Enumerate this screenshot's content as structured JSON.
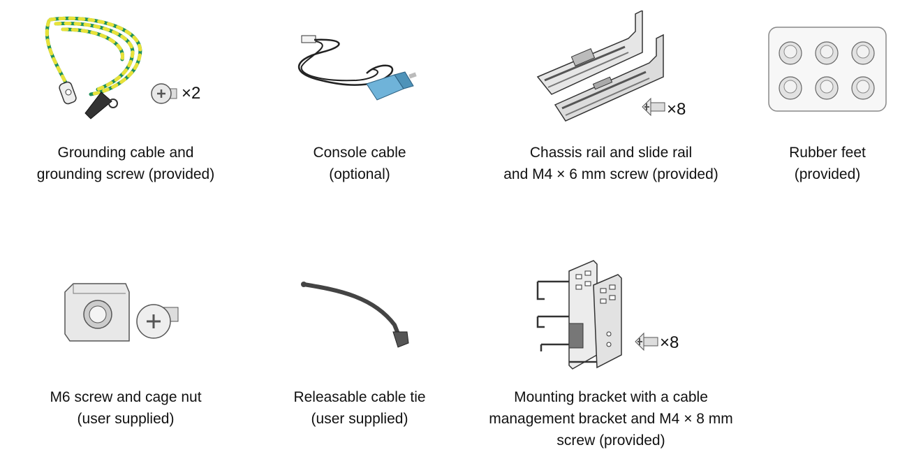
{
  "items": [
    {
      "caption": "Grounding cable and grounding screw (provided)",
      "lines": [
        "Grounding cable and",
        "grounding screw (provided)"
      ],
      "qty": "×2"
    },
    {
      "caption": "Console cable (optional)",
      "lines": [
        "Console cable",
        "(optional)"
      ],
      "qty": ""
    },
    {
      "caption": "Chassis rail and slide rail and M4 × 6 mm screw (provided)",
      "lines": [
        "Chassis rail and slide rail",
        "and M4 × 6 mm screw (provided)"
      ],
      "qty": "×8"
    },
    {
      "caption": "Rubber feet (provided)",
      "lines": [
        "Rubber feet",
        "(provided)"
      ],
      "qty": ""
    },
    {
      "caption": "M6 screw and cage nut (user supplied)",
      "lines": [
        "M6 screw and cage nut",
        "(user supplied)"
      ],
      "qty": ""
    },
    {
      "caption": "Releasable cable tie (user supplied)",
      "lines": [
        "Releasable cable tie",
        "(user supplied)"
      ],
      "qty": ""
    },
    {
      "caption": "Mounting bracket with a cable management bracket and M4 × 8 mm screw (provided)",
      "lines": [
        "Mounting bracket with a cable",
        "management bracket and M4 × 8 mm",
        "screw (provided)"
      ],
      "qty": "×8"
    }
  ],
  "colors": {
    "cable_green": "#1e8f5a",
    "cable_yellow": "#e8e23a",
    "console_blue": "#6fb3d9",
    "metal": "#d9d9d9",
    "outline": "#333333"
  },
  "icons": [
    "grounding-cable-icon",
    "screw-icon",
    "console-cable-icon",
    "chassis-rail-icon",
    "rubber-feet-icon",
    "cage-nut-icon",
    "cable-tie-icon",
    "mounting-bracket-icon"
  ]
}
